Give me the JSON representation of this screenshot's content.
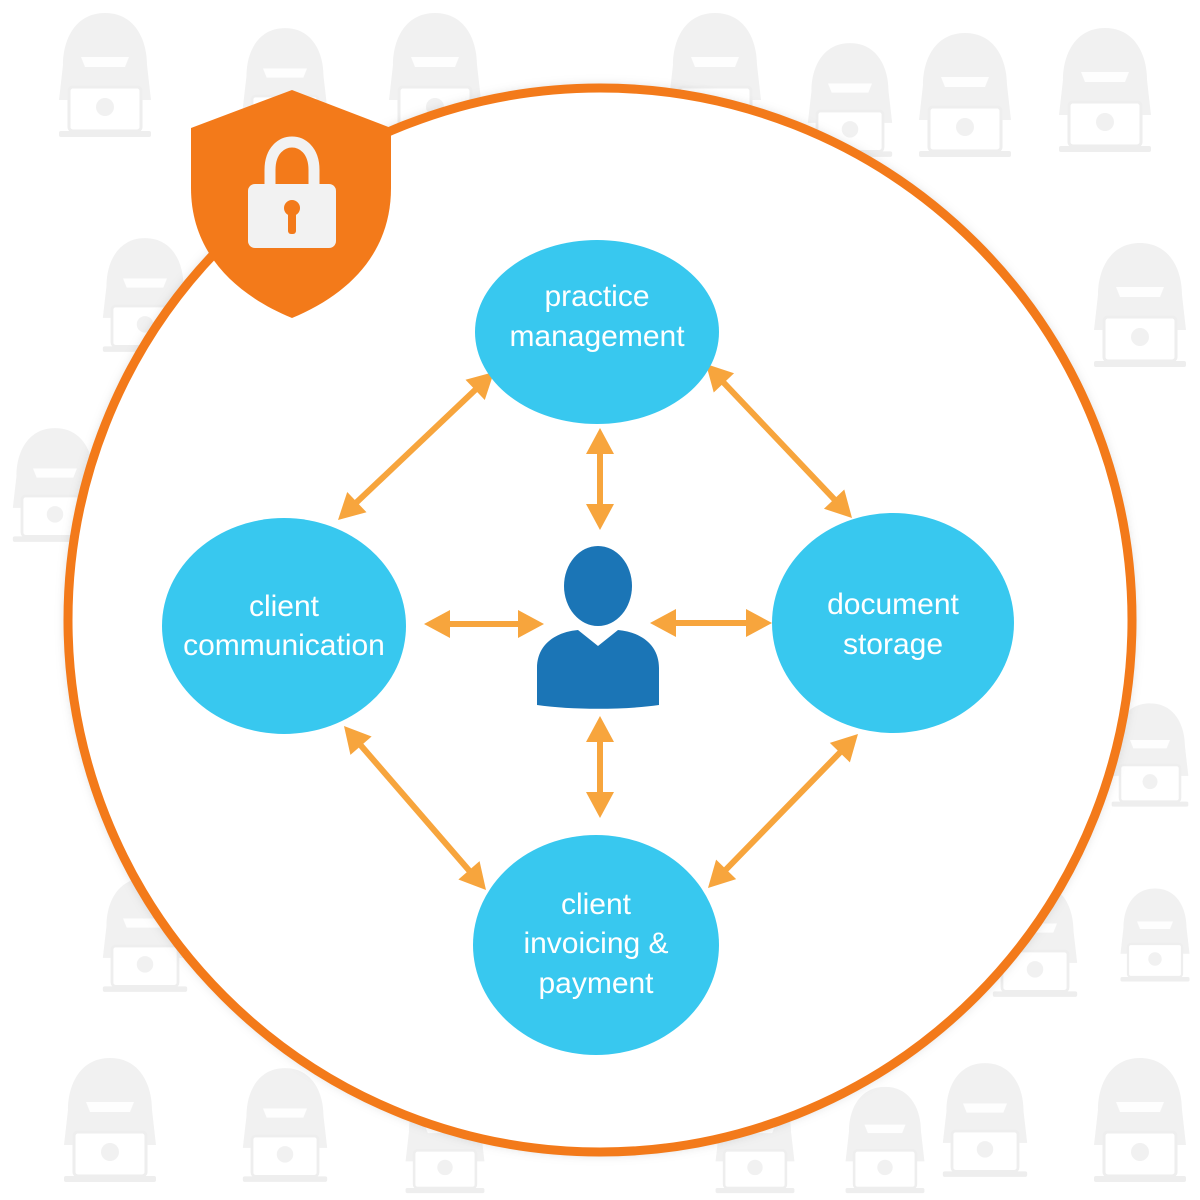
{
  "colors": {
    "node_fill": "#38c8ef",
    "arrow": "#f7a53d",
    "ring": "#f37a1a",
    "shield": "#f37a1a",
    "lock": "#f2f2f2",
    "person": "#1b75b6",
    "background_figures": "#f1f1f1"
  },
  "icons": {
    "shield": "shield-lock-icon",
    "center": "user-icon",
    "background": "hacker-laptop-icon"
  },
  "nodes": {
    "top": {
      "line1": "practice",
      "line2": "management"
    },
    "left": {
      "line1": "client",
      "line2": "communication"
    },
    "right": {
      "line1": "document",
      "line2": "storage"
    },
    "bottom": {
      "line1": "client",
      "line2": "invoicing &",
      "line3": "payment"
    }
  }
}
